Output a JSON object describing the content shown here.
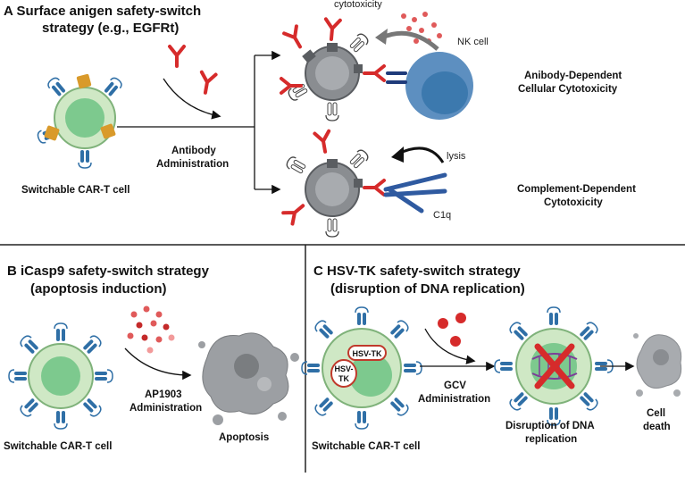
{
  "panel_a": {
    "title_line1": "A Surface anigen safety-switch",
    "title_line2": "strategy (e.g., EGFRt)",
    "cell_label": "Switchable CAR-T cell",
    "admin_line1": "Antibody",
    "admin_line2": "Administration",
    "cytotoxicity": "cytotoxicity",
    "nk_cell": "NK cell",
    "adcc_line1": "Anibody-Dependent",
    "adcc_line2": "Cellular Cytotoxicity",
    "lysis": "lysis",
    "c1q": "C1q",
    "cdc_line1": "Complement-Dependent",
    "cdc_line2": "Cytotoxicity"
  },
  "panel_b": {
    "title_line1": "B  iCasp9 safety-switch strategy",
    "title_line2": "(apoptosis induction)",
    "cell_label": "Switchable CAR-T cell",
    "admin_line1": "AP1903",
    "admin_line2": "Administration",
    "result": "Apoptosis"
  },
  "panel_c": {
    "title_line1": "C  HSV-TK safety-switch strategy",
    "title_line2": "(disruption of DNA replication)",
    "cell_label": "Switchable CAR-T cell",
    "enzyme1": "HSV-TK",
    "enzyme2_line1": "HSV-",
    "enzyme2_line2": "TK",
    "admin_line1": "GCV",
    "admin_line2": "Administration",
    "disruption_line1": "Disruption of DNA",
    "disruption_line2": "replication",
    "death_line1": "Cell",
    "death_line2": "death"
  },
  "colors": {
    "cell_fill": "#cfe8c5",
    "cell_stroke": "#7fb27a",
    "nucleus": "#7dc98e",
    "car_blue": "#2f6fa6",
    "antibody_red": "#d62b2b",
    "egfrt_orange": "#d99a2b",
    "gray_cell": "#8a8d91",
    "nk_blue": "#5d8fc0",
    "dna_purple": "#7d3c98"
  }
}
